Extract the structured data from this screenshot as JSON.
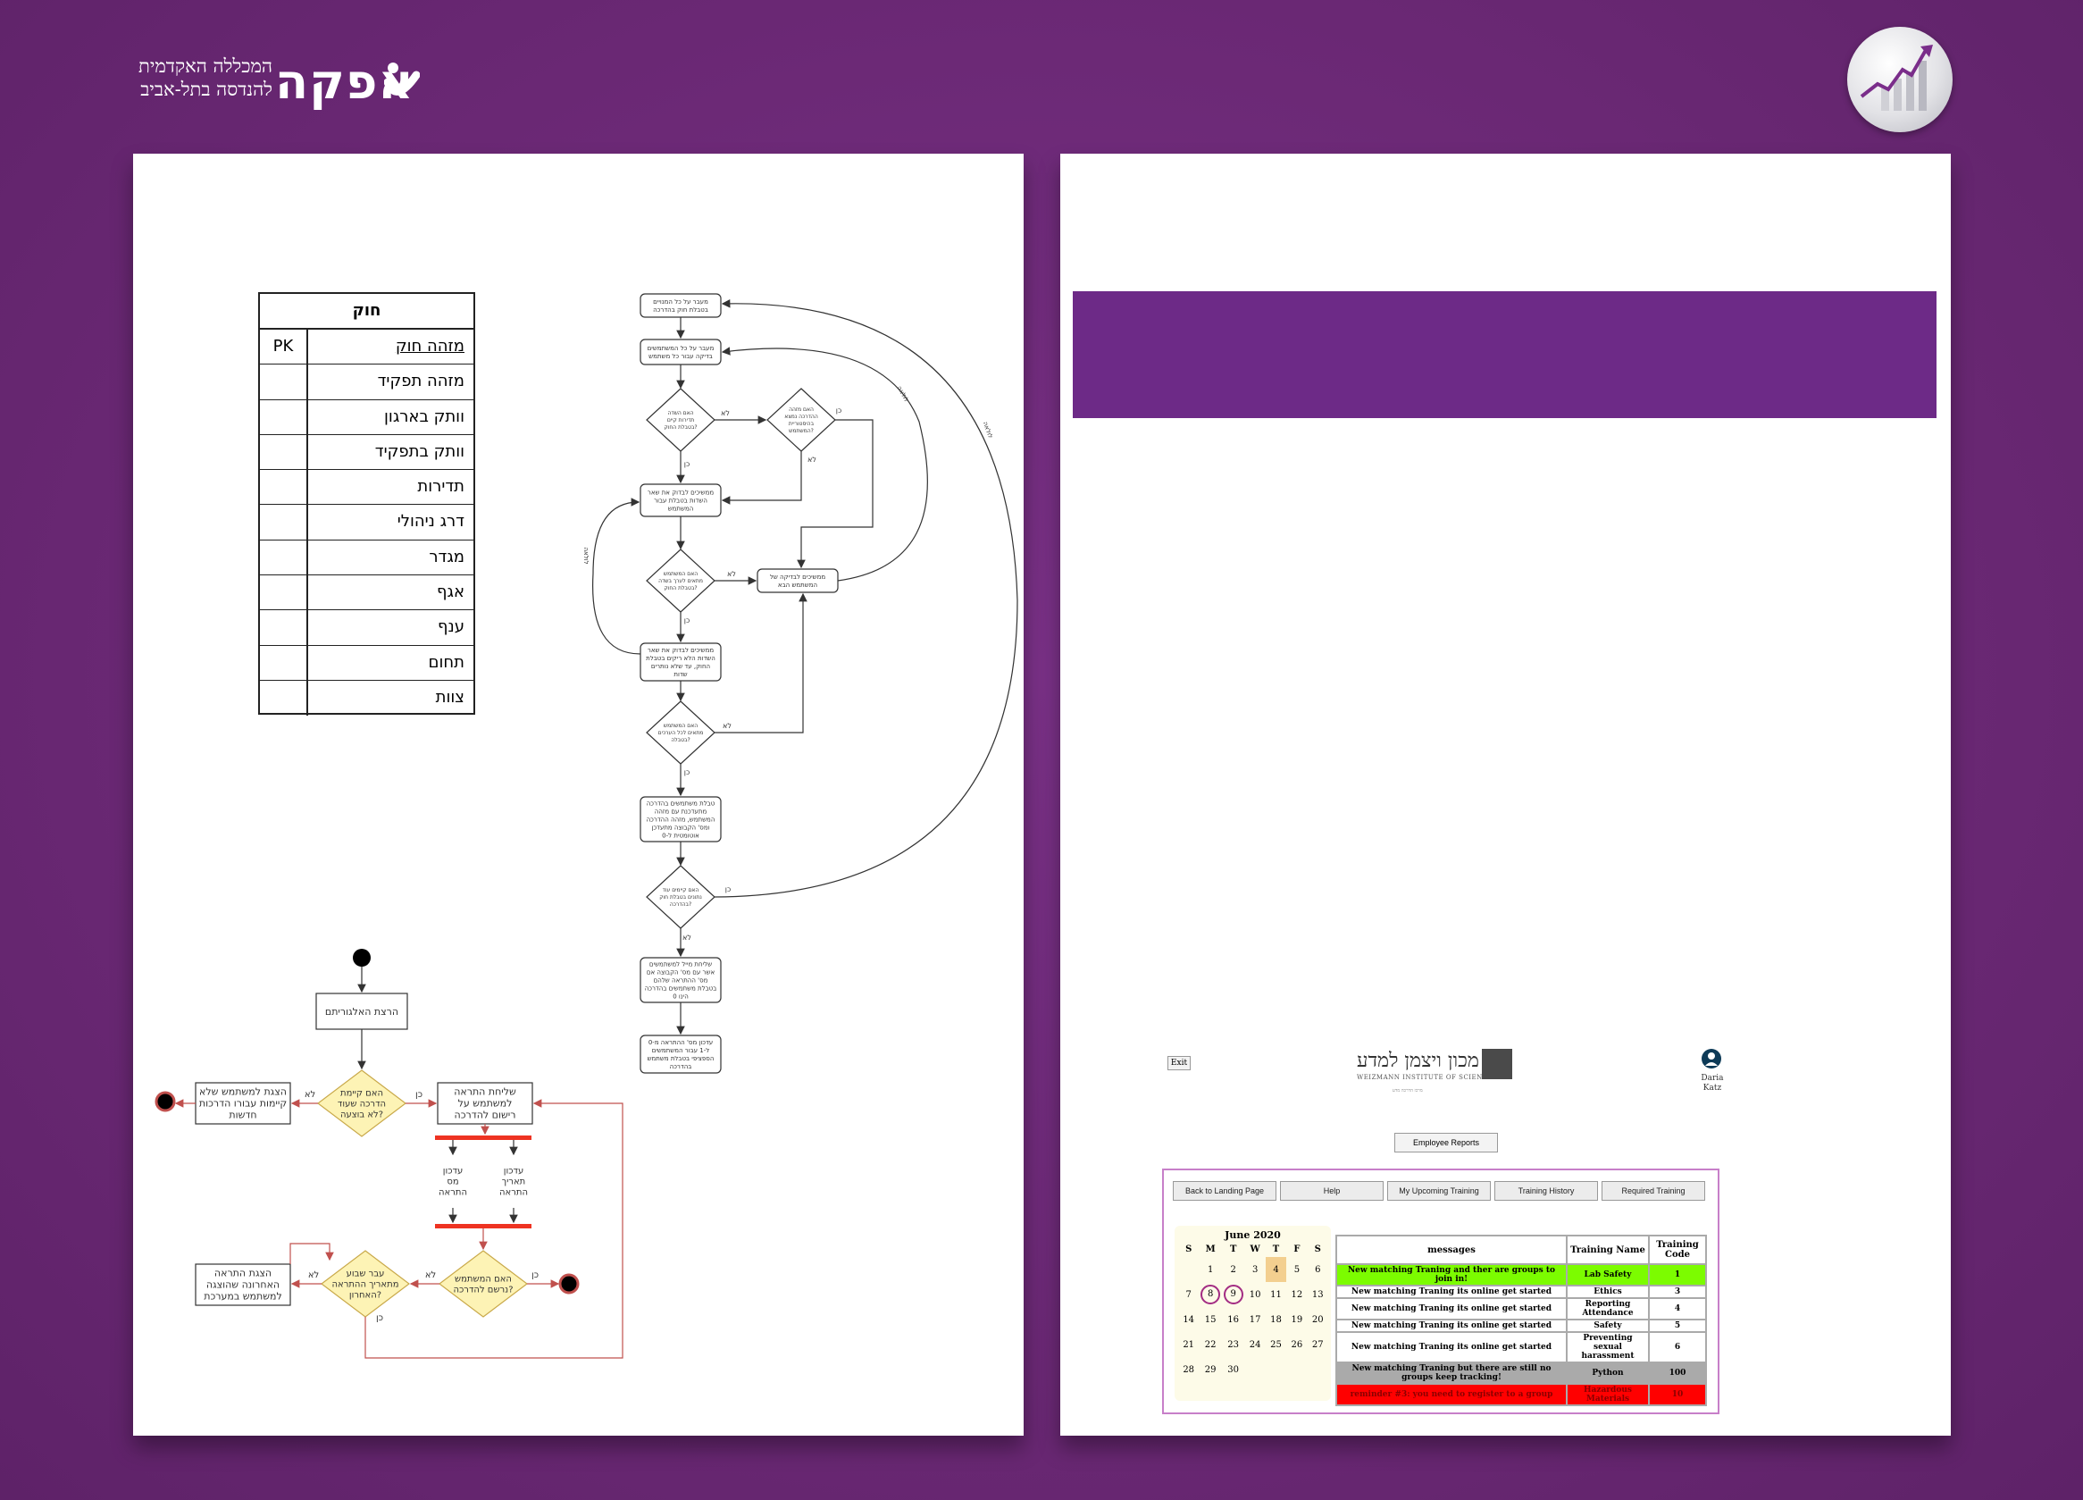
{
  "logo": {
    "main": "אפקה",
    "line1": "המכללה האקדמית",
    "line2": "להנדסה בתל-אביב"
  },
  "er_table": {
    "title": "חוק",
    "pk": "PK",
    "fields": [
      "מזהה חוק",
      "מזהה תפקיד",
      "וותק בארגון",
      "וותק בתפקיד",
      "תדירות",
      "דרג ניהולי",
      "מגדר",
      "אגף",
      "ענף",
      "תחום",
      "צוות"
    ]
  },
  "flowchart": {
    "n1": [
      "מעבר על כל המנויים",
      "בטבלת חוק בהדרכה"
    ],
    "n2": [
      "מעבר על כל המשתמשים",
      "בדיקה עבור כל משתמש"
    ],
    "d1": [
      "האם השדה",
      "תדירות קיים",
      "בטבלת החוק?"
    ],
    "d2": [
      "האם מזהה",
      "ההדרכה נמצא",
      "בהיסטוריית",
      "המשתמש?"
    ],
    "n3": [
      "ממשיכים לבדוק את שאר",
      "השדות בטבלת עבור",
      "המשתמש"
    ],
    "d3": [
      "האם המשתמש",
      "מתאים לערך בשדה",
      "בטבלת החוק?"
    ],
    "n4": [
      "ממשיכים לבדיקה של",
      "המשתמש הבא"
    ],
    "n5": [
      "ממשיכים לבדוק את שאר",
      "השדות הלא ריקים בטבלת",
      "החוק, עד שלא נותרים",
      "שדות"
    ],
    "d4": [
      "האם המשתמש",
      "מתאים לכל הערכים",
      "בטבלה?"
    ],
    "n6": [
      "טבלת משתמשים בהדרכה",
      "מתעדכנת עם מזהה",
      "המשתמש, מזהה ההדרכה",
      "ומס' הקבוצה מתעדכן",
      "אוטומטית ל-0"
    ],
    "d5": [
      "האם קיימים עוד",
      "נתונים בטבלת חוק",
      "בהדרכה?"
    ],
    "n7": [
      "שליחת מייל למשתמשים",
      "אשר עם מס' הקבוצה אם",
      "מס' ההתראה שלהם",
      "בטבלת משתמשים בהדרכה",
      "הינו 0"
    ],
    "n8": [
      "עדכון מס' ההתראה מ-0",
      "ל-1 עבור המשתמשים",
      "הספציפי בטבלת משתמש",
      "בהדרכה"
    ],
    "yes": "כן",
    "no": "לא",
    "loop": "לולאה"
  },
  "activity": {
    "start_box": "הרצת האלגוריתם",
    "check_exists": [
      "האם קיימת",
      "הדרכה שעוד",
      "לא בוצעה?"
    ],
    "no_training": [
      "הצגת למשתמש שלא",
      "קיימות עבורו הדרכות",
      "חדשות"
    ],
    "send_alert": [
      "שליחת התראה",
      "למשתמש על",
      "רישום להדרכה"
    ],
    "upd_count": [
      "עדכון",
      "מס",
      "התראה"
    ],
    "upd_date": [
      "עדכון",
      "תאריך",
      "התראה"
    ],
    "registered": [
      "האם המשתמש",
      "נרשם להדרכה?"
    ],
    "week": [
      "עבר שבוע",
      "מתאריך ההתראה",
      "האחרון?"
    ],
    "last_alert": [
      "הצגת התראה",
      "האחרונה שהוצגה",
      "למשתמש במערכת"
    ],
    "yes": "כן",
    "no": "לא"
  },
  "app": {
    "exit": "Exit",
    "org_heb": "מכון ויצמן למדע",
    "org_en": "WEIZMANN INSTITUTE OF SCIENCE",
    "org_small": "מרכז הדרכה מדע",
    "user": [
      "Daria",
      "Katz"
    ],
    "employee_reports": "Employee Reports",
    "tabs": [
      "Back to Landing Page",
      "Help",
      "My Upcoming Training",
      "Training History",
      "Required Training"
    ],
    "calendar": {
      "title": "June 2020",
      "days": [
        "S",
        "M",
        "T",
        "W",
        "T",
        "F",
        "S"
      ],
      "weeks": [
        [
          "",
          "1",
          "2",
          "3",
          "4",
          "5",
          "6"
        ],
        [
          "7",
          "8",
          "9",
          "10",
          "11",
          "12",
          "13"
        ],
        [
          "14",
          "15",
          "16",
          "17",
          "18",
          "19",
          "20"
        ],
        [
          "21",
          "22",
          "23",
          "24",
          "25",
          "26",
          "27"
        ],
        [
          "28",
          "29",
          "30",
          "",
          "",
          "",
          ""
        ]
      ],
      "today": "4",
      "circled": [
        "8",
        "9"
      ]
    },
    "table": {
      "headers": [
        "messages",
        "Training Name",
        "Training Code"
      ],
      "rows": [
        {
          "msg": "New matching Traning and ther are groups to join in!",
          "name": "Lab Safety",
          "code": "1",
          "style": "green"
        },
        {
          "msg": "New matching Traning its online get started",
          "name": "Ethics",
          "code": "3",
          "style": ""
        },
        {
          "msg": "New matching Traning its online get started",
          "name": "Reporting Attendance",
          "code": "4",
          "style": ""
        },
        {
          "msg": "New matching Traning its online get started",
          "name": "Safety",
          "code": "5",
          "style": ""
        },
        {
          "msg": "New matching Traning its online get started",
          "name": "Preventing sexual harassment",
          "code": "6",
          "style": ""
        },
        {
          "msg": "New matching Traning but there are still no groups keep tracking!",
          "name": "Python",
          "code": "100",
          "style": "gray"
        },
        {
          "msg": "reminder #3: you need to register to a group",
          "name": "Hazardous Materials",
          "code": "10",
          "style": "red"
        }
      ]
    }
  }
}
